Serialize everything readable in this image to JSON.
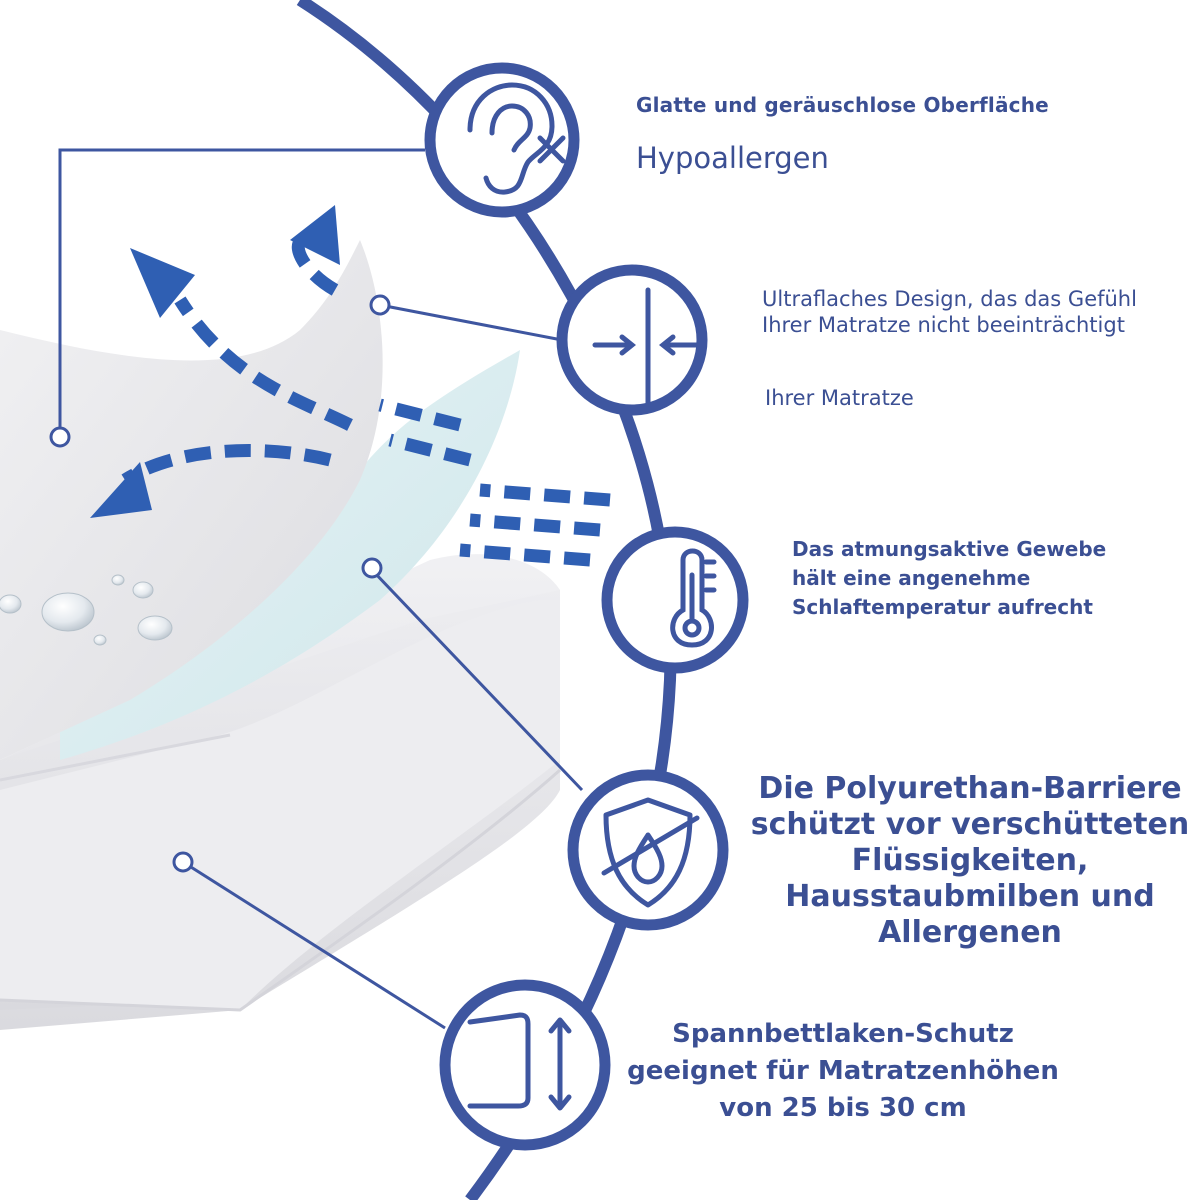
{
  "colors": {
    "accent": "#3e56a0",
    "text": "#3b4f93",
    "arrow": "#2f5fb3",
    "fabric": "#ececee",
    "membrane": "#d9edf0"
  },
  "icons": [
    "ear-silent-icon",
    "thin-layer-icon",
    "thermometer-icon",
    "shield-drop-icon",
    "fitted-sheet-icon"
  ],
  "features": {
    "silent": {
      "title": "Glatte und geräuschlose Oberfläche",
      "subtitle": "Hypoallergen"
    },
    "thin": {
      "line1": "Ultraflaches Design, das das Gefühl",
      "line2": "Ihrer Matratze nicht beeinträchtigt",
      "extra": "Ihrer Matratze"
    },
    "breathable": {
      "line1": "Das atmungsaktive Gewebe",
      "line2": "hält eine angenehme",
      "line3": "Schlaftemperatur aufrecht"
    },
    "barrier": {
      "line1": "Die Polyurethan-Barriere",
      "line2": "schützt vor verschütteten",
      "line3": "Flüssigkeiten,",
      "line4": "Hausstaubmilben und",
      "line5": "Allergenen"
    },
    "fitted": {
      "line1": "Spannbettlaken-Schutz",
      "line2": "geeignet für Matratzenhöhen",
      "line3": "von 25 bis 30 cm"
    }
  }
}
